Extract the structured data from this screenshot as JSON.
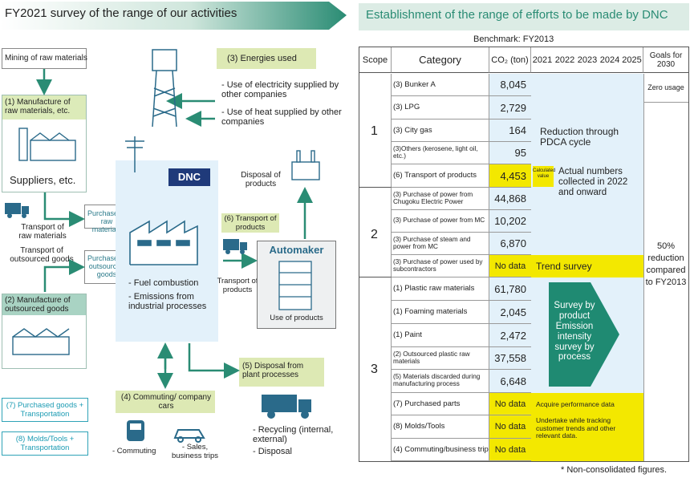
{
  "left_title": "FY2021 survey of the range of our activities",
  "right_title": "Establishment of the range of efforts to be made by DNC",
  "benchmark": "Benchmark: FY2013",
  "diagram": {
    "mining": "Mining of raw materials",
    "manufacture_raw": "(1) Manufacture of raw materials, etc.",
    "suppliers": "Suppliers, etc.",
    "transport_raw": "Transport of raw materials",
    "transport_outsourced": "Transport of outsourced goods",
    "purchase_raw": "Purchase of raw materials",
    "purchase_outsourced": "Purchase of outsourced goods",
    "manufacture_outsourced": "(2) Manufacture of outsourced goods",
    "energies_used": "(3) Energies used",
    "energy_items": [
      "- Use of electricity supplied by other companies",
      "- Use of heat supplied by other companies"
    ],
    "dnc": "DNC",
    "dnc_items": [
      "- Fuel combustion",
      "- Emissions from industrial processes"
    ],
    "disposal_products": "Disposal of products",
    "transport_products_label": "(6) Transport of products",
    "transport_products": "Transport of products",
    "automaker": "Automaker",
    "use_products": "Use of products",
    "disposal_plant": "(5) Disposal from plant processes",
    "recycling_items": [
      "- Recycling (internal, external)",
      "- Disposal"
    ],
    "commuting_cars": "(4) Commuting/ company cars",
    "commuting": "- Commuting",
    "sales_trips": "- Sales, business trips",
    "purchased_goods": "(7) Purchased goods + Transportation",
    "molds_tools": "(8) Molds/Tools + Transportation"
  },
  "table": {
    "headers": {
      "scope": "Scope",
      "category": "Category",
      "co2": "CO₂ (ton)",
      "years": [
        "2021",
        "2022",
        "2023",
        "2024",
        "2025"
      ],
      "goals": "Goals for 2030"
    },
    "scopes": [
      "1",
      "2",
      "3"
    ],
    "rows": [
      {
        "category": "(3) Bunker A",
        "co2": "8,045"
      },
      {
        "category": "(3) LPG",
        "co2": "2,729"
      },
      {
        "category": "(3) City gas",
        "co2": "164"
      },
      {
        "category": "(3)Others (kerosene, light oil, etc.)",
        "co2": "95"
      },
      {
        "category": "(6) Transport of products",
        "co2": "4,453"
      },
      {
        "category": "(3) Purchase of power from Chugoku Electric Power",
        "co2": "44,868"
      },
      {
        "category": "(3) Purchase of power from MC",
        "co2": "10,202"
      },
      {
        "category": "(3) Purchase of steam and power from MC",
        "co2": "6,870"
      },
      {
        "category": "(3) Purchase of power used by subcontractors",
        "co2": "No data"
      },
      {
        "category": "(1) Plastic raw materials",
        "co2": "61,780"
      },
      {
        "category": "(1) Foaming materials",
        "co2": "2,045"
      },
      {
        "category": "(1) Paint",
        "co2": "2,472"
      },
      {
        "category": "(2) Outsourced plastic raw materials",
        "co2": "37,558"
      },
      {
        "category": "(5) Materials discarded during manufacturing process",
        "co2": "6,648"
      },
      {
        "category": "(7) Purchased parts",
        "co2": "No data"
      },
      {
        "category": "(8) Molds/Tools",
        "co2": "No data"
      },
      {
        "category": "(4) Commuting/business trip",
        "co2": "No data"
      }
    ],
    "calculated_value": "Calculated value",
    "pdca": "Reduction through PDCA cycle",
    "actual_numbers": "Actual numbers collected in 2022 and onward",
    "trend_survey": "Trend survey",
    "survey_arrow": "Survey by product Emission intensity survey by process",
    "acquire": "Acquire performance data",
    "undertake": "Undertake while tracking customer trends and other relevant data.",
    "zero_usage": "Zero usage",
    "goal_50": "50% reduction compared to FY2013"
  },
  "footnote": "* Non-consolidated figures.",
  "colors": {
    "teal": "#2a8c74",
    "light_blue": "#e3f1fa",
    "yellow": "#f3e800",
    "green_label": "#dcebb9",
    "navy": "#1f3a7a"
  }
}
